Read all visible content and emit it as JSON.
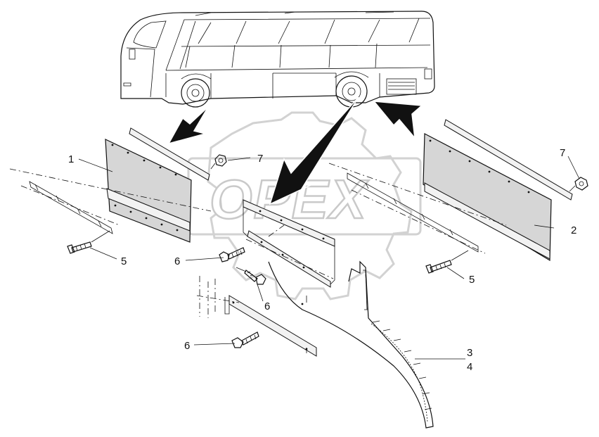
{
  "watermark": {
    "text": "OPEX"
  },
  "callouts": [
    {
      "id": "c1",
      "text": "1"
    },
    {
      "id": "c2",
      "text": "2"
    },
    {
      "id": "c3",
      "text": "3"
    },
    {
      "id": "c4",
      "text": "4"
    },
    {
      "id": "c5a",
      "text": "5"
    },
    {
      "id": "c5b",
      "text": "5"
    },
    {
      "id": "c6a",
      "text": "6"
    },
    {
      "id": "c6b",
      "text": "6"
    },
    {
      "id": "c6c",
      "text": "6"
    },
    {
      "id": "c7a",
      "text": "7"
    },
    {
      "id": "c7b",
      "text": "7"
    }
  ],
  "colors": {
    "line": "#111111",
    "panel": "#d6d6d6",
    "watermark": "#c9c9c9"
  }
}
